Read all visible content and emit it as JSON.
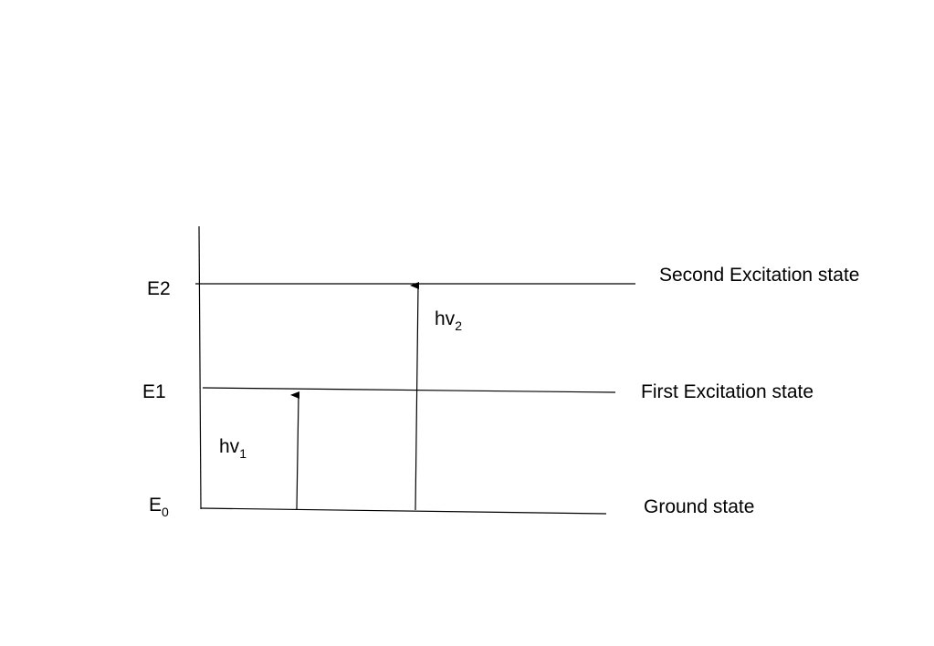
{
  "levels": {
    "e2": {
      "symbol": "E2",
      "description": "Second Excitation state"
    },
    "e1": {
      "symbol": "E1",
      "description": "First Excitation state"
    },
    "e0": {
      "symbol": "E",
      "subscript": "0",
      "description": "Ground state"
    }
  },
  "transitions": {
    "hv1": {
      "base": "hv",
      "subscript": "1"
    },
    "hv2": {
      "base": "hv",
      "subscript": "2"
    }
  },
  "colors": {
    "ink": "#000000",
    "background": "#ffffff"
  }
}
